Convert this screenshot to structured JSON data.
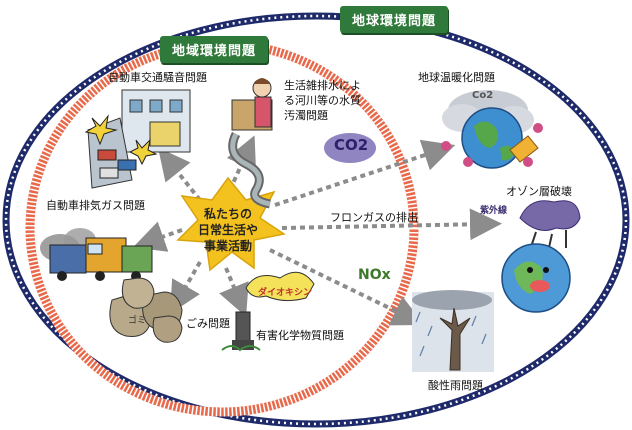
{
  "tags": {
    "global": "地球環境問題",
    "regional": "地域環境問題"
  },
  "center": {
    "line1": "私たちの",
    "line2": "日常生活や",
    "line3": "事業活動"
  },
  "labels": {
    "traffic_noise": "自動車交通騒音問題",
    "water_pollution": "生活雑排水による河川等の水質汚濁問題",
    "exhaust": "自動車排気ガス問題",
    "garbage": "ごみ問題",
    "chemicals": "有害化学物質問題",
    "warming": "地球温暖化問題",
    "ozone": "オゾン層破壊",
    "freon": "フロンガスの排出",
    "acid_rain": "酸性雨問題"
  },
  "illustration_text": {
    "co2": "CO2",
    "co2_small": "Co2",
    "nox": "NOx",
    "dioxin": "ダイオキシン",
    "uv": "紫外線",
    "gomi": "ゴミ"
  },
  "colors": {
    "outer_ring": "#1f2a6b",
    "inner_ring": "#e8694a",
    "tag_green": "#2f7a3a",
    "star": "#f4c21e",
    "arrow": "#8c8c8c"
  }
}
